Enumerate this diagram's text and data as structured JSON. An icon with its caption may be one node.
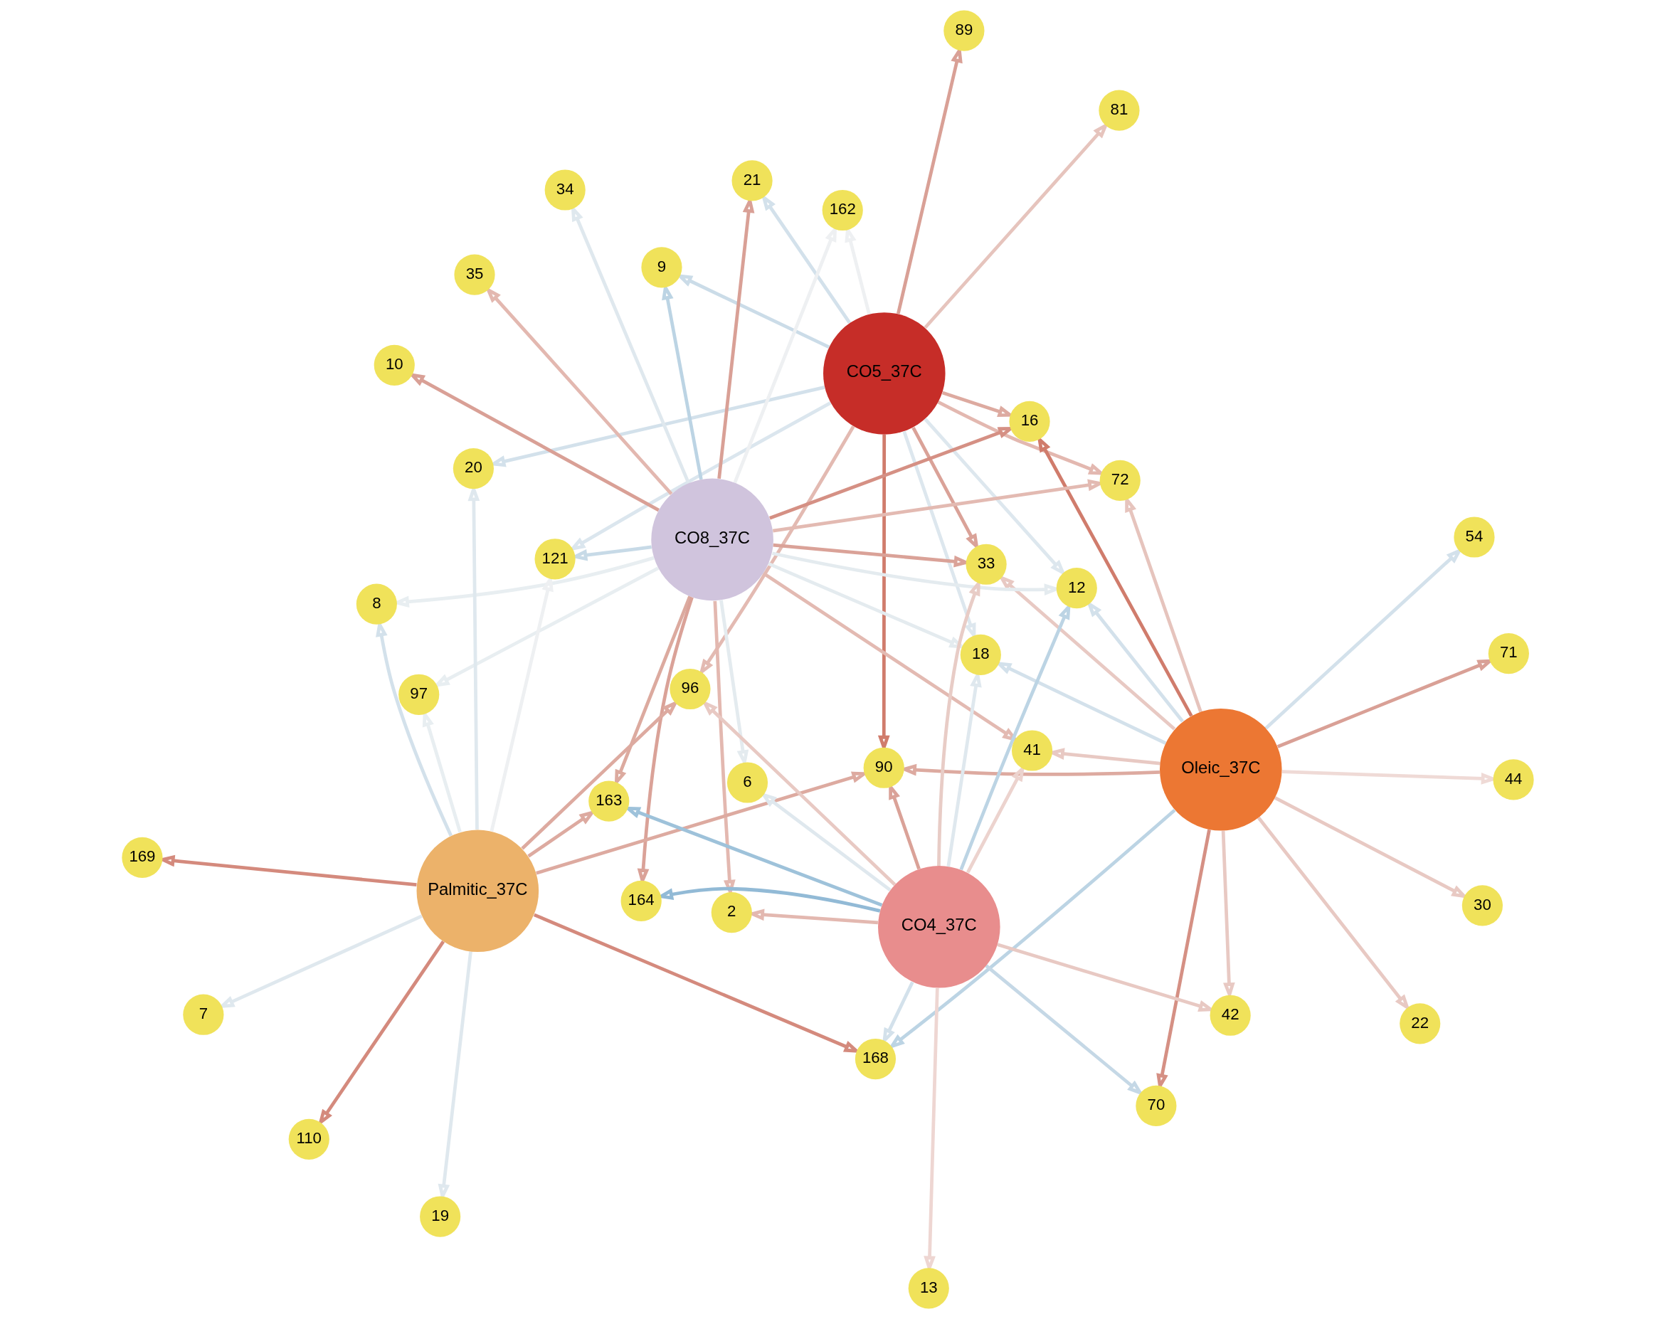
{
  "diagram": {
    "nodes": [
      {
        "text": [
          "81"
        ]
      },
      {
        "text": [
          "54"
        ]
      },
      {
        "text": [
          "89"
        ]
      },
      {
        "text": [
          "22"
        ]
      },
      {
        "text": [
          "CO5_37C"
        ]
      },
      {
        "text": [
          "30"
        ]
      },
      {
        "text": [
          "Oleic_37C"
        ]
      },
      {
        "text": [
          "71"
        ]
      },
      {
        "text": [
          "20"
        ]
      },
      {
        "text": [
          "44"
        ]
      },
      {
        "text": [
          "162"
        ]
      },
      {
        "text": [
          "9"
        ]
      },
      {
        "text": [
          "21"
        ]
      },
      {
        "text": [
          "97"
        ]
      },
      {
        "text": [
          "35"
        ]
      },
      {
        "text": [
          "8"
        ]
      },
      {
        "text": [
          "34"
        ]
      },
      {
        "text": [
          "10"
        ]
      },
      {
        "text": [
          "41"
        ]
      },
      {
        "text": [
          "168"
        ]
      },
      {
        "text": [
          "72"
        ]
      },
      {
        "text": [
          "16"
        ]
      },
      {
        "text": [
          "CO8_37C"
        ]
      },
      {
        "text": [
          "121"
        ]
      },
      {
        "text": [
          "96"
        ]
      },
      {
        "text": [
          "163"
        ]
      },
      {
        "text": [
          "Palmitic_37C"
        ]
      },
      {
        "text": [
          "110"
        ]
      },
      {
        "text": [
          "6"
        ]
      },
      {
        "text": [
          "42"
        ]
      },
      {
        "text": [
          "7"
        ]
      },
      {
        "text": [
          "164"
        ]
      },
      {
        "text": [
          "2"
        ]
      },
      {
        "text": [
          "19"
        ]
      },
      {
        "text": [
          "169"
        ]
      },
      {
        "text": [
          "90"
        ]
      },
      {
        "text": [
          "33"
        ]
      },
      {
        "text": [
          "70"
        ]
      },
      {
        "text": [
          "CO4_37C"
        ]
      },
      {
        "text": [
          "12"
        ]
      },
      {
        "text": [
          "18"
        ]
      },
      {
        "text": [
          "13"
        ]
      }
    ],
    "edges": [
      {
        "from": 4,
        "to": 0,
        "arrow": "to",
        "color": "#e6c4bd"
      },
      {
        "from": 4,
        "to": 2,
        "arrow": "to",
        "color": "#d9a096"
      },
      {
        "from": 4,
        "to": 8,
        "arrow": "to",
        "color": "#d3e1eb"
      },
      {
        "from": 4,
        "to": 10,
        "arrow": "to",
        "color": "#eef0f2"
      },
      {
        "from": 4,
        "to": 11,
        "arrow": "to",
        "color": "#cbdce8"
      },
      {
        "from": 4,
        "to": 12,
        "arrow": "to",
        "color": "#d3e1eb"
      },
      {
        "from": 4,
        "to": 20,
        "arrow": "to",
        "color": "#e3b8b0"
      },
      {
        "from": 4,
        "to": 21,
        "arrow": "to",
        "color": "#ddaaa0"
      },
      {
        "from": 4,
        "to": 23,
        "arrow": "to",
        "color": "#dbe6ee"
      },
      {
        "from": 4,
        "to": 24,
        "arrow": "to",
        "color": "#e3bab2"
      },
      {
        "from": 4,
        "to": 35,
        "arrow": "to",
        "color": "#d07c6c"
      },
      {
        "from": 4,
        "to": 36,
        "arrow": "to",
        "color": "#daa298"
      },
      {
        "from": 4,
        "to": 40,
        "arrow": "to",
        "color": "#dde7ee"
      },
      {
        "from": 4,
        "to": 39,
        "arrow": "to",
        "color": "#dde7ee"
      },
      {
        "from": 6,
        "to": 1,
        "arrow": "to",
        "color": "#d3e1eb"
      },
      {
        "from": 6,
        "to": 3,
        "arrow": "to",
        "color": "#e8c9c3"
      },
      {
        "from": 6,
        "to": 5,
        "arrow": "to",
        "color": "#e8c9c3"
      },
      {
        "from": 6,
        "to": 7,
        "arrow": "to",
        "color": "#d9a096"
      },
      {
        "from": 6,
        "to": 9,
        "arrow": "to",
        "color": "#efdad6"
      },
      {
        "from": 6,
        "to": 18,
        "arrow": "to",
        "color": "#e8c9c3"
      },
      {
        "from": 6,
        "to": 19,
        "arrow": "to",
        "color": "#bcd4e4"
      },
      {
        "from": 6,
        "to": 20,
        "arrow": "to",
        "color": "#e6c4bd"
      },
      {
        "from": 6,
        "to": 21,
        "arrow": "to",
        "color": "#d07c6c"
      },
      {
        "from": 6,
        "to": 29,
        "arrow": "to",
        "color": "#e8c9c3"
      },
      {
        "from": 6,
        "to": 40,
        "arrow": "to",
        "color": "#d3e1eb"
      },
      {
        "from": 6,
        "to": 39,
        "arrow": "to",
        "color": "#d3e1eb"
      },
      {
        "from": 6,
        "to": 37,
        "arrow": "to",
        "color": "#d59084"
      },
      {
        "from": 6,
        "to": 36,
        "arrow": "to",
        "color": "#e8c9c3"
      },
      {
        "from": 6,
        "to": 35,
        "arrow": "to",
        "color": "#ddaaa0"
      },
      {
        "from": 22,
        "to": 10,
        "arrow": "to",
        "color": "#eef0f2"
      },
      {
        "from": 22,
        "to": 11,
        "arrow": "to",
        "color": "#bcd4e4"
      },
      {
        "from": 22,
        "to": 12,
        "arrow": "to",
        "color": "#d9a096"
      },
      {
        "from": 22,
        "to": 13,
        "arrow": "to",
        "color": "#e8eef1"
      },
      {
        "from": 22,
        "to": 15,
        "arrow": "to",
        "color": "#e8eef1"
      },
      {
        "from": 22,
        "to": 14,
        "arrow": "to",
        "color": "#e3b8b0"
      },
      {
        "from": 22,
        "to": 16,
        "arrow": "to",
        "color": "#dfe8ee"
      },
      {
        "from": 22,
        "to": 17,
        "arrow": "to",
        "color": "#d9a096"
      },
      {
        "from": 22,
        "to": 18,
        "arrow": "to",
        "color": "#e3bab2"
      },
      {
        "from": 22,
        "to": 20,
        "arrow": "to",
        "color": "#e3bab2"
      },
      {
        "from": 22,
        "to": 21,
        "arrow": "to",
        "color": "#d59084"
      },
      {
        "from": 22,
        "to": 23,
        "arrow": "to",
        "color": "#c7dae7"
      },
      {
        "from": 22,
        "to": 25,
        "arrow": "to",
        "color": "#dcaa9f"
      },
      {
        "from": 22,
        "to": 36,
        "arrow": "to",
        "color": "#daa298"
      },
      {
        "from": 22,
        "to": 40,
        "arrow": "to",
        "color": "#e4ebef"
      },
      {
        "from": 22,
        "to": 39,
        "arrow": "to",
        "color": "#e4ebef"
      },
      {
        "from": 22,
        "to": 28,
        "arrow": "to",
        "color": "#e4ebef"
      },
      {
        "from": 22,
        "to": 31,
        "arrow": "to",
        "color": "#daa298"
      },
      {
        "from": 22,
        "to": 32,
        "arrow": "to",
        "color": "#e3b8b0"
      },
      {
        "from": 26,
        "to": 27,
        "arrow": "to",
        "color": "#d48a7d"
      },
      {
        "from": 26,
        "to": 30,
        "arrow": "to",
        "color": "#dfe8ee"
      },
      {
        "from": 26,
        "to": 33,
        "arrow": "to",
        "color": "#dfe8ee"
      },
      {
        "from": 26,
        "to": 34,
        "arrow": "to",
        "color": "#d48a7d"
      },
      {
        "from": 26,
        "to": 35,
        "arrow": "to",
        "color": "#ddaaa0"
      },
      {
        "from": 26,
        "to": 8,
        "arrow": "to",
        "color": "#dfe8ee"
      },
      {
        "from": 26,
        "to": 13,
        "arrow": "to",
        "color": "#e8eef1"
      },
      {
        "from": 26,
        "to": 15,
        "arrow": "to",
        "color": "#d3e1eb"
      },
      {
        "from": 26,
        "to": 19,
        "arrow": "to",
        "color": "#d48a7d"
      },
      {
        "from": 26,
        "to": 23,
        "arrow": "to",
        "color": "#eef0f2"
      },
      {
        "from": 26,
        "to": 24,
        "arrow": "to",
        "color": "#ddaaa0"
      },
      {
        "from": 26,
        "to": 25,
        "arrow": "to",
        "color": "#ddaaa0"
      },
      {
        "from": 38,
        "to": 41,
        "arrow": "to",
        "color": "#eed6d2"
      },
      {
        "from": 38,
        "to": 32,
        "arrow": "to",
        "color": "#e3b8b0"
      },
      {
        "from": 38,
        "to": 31,
        "arrow": "to",
        "color": "#92bad6"
      },
      {
        "from": 38,
        "to": 28,
        "arrow": "to",
        "color": "#dfe8ee"
      },
      {
        "from": 38,
        "to": 29,
        "arrow": "to",
        "color": "#e8c9c3"
      },
      {
        "from": 38,
        "to": 18,
        "arrow": "to",
        "color": "#ecd3ce"
      },
      {
        "from": 38,
        "to": 19,
        "arrow": "to",
        "color": "#d3e1eb"
      },
      {
        "from": 38,
        "to": 24,
        "arrow": "to",
        "color": "#e8c9c3"
      },
      {
        "from": 38,
        "to": 25,
        "arrow": "to",
        "color": "#9ec2da"
      },
      {
        "from": 38,
        "to": 40,
        "arrow": "to",
        "color": "#dfe8ee"
      },
      {
        "from": 38,
        "to": 39,
        "arrow": "to",
        "color": "#bcd4e4"
      },
      {
        "from": 38,
        "to": 37,
        "arrow": "to",
        "color": "#c5d8e6"
      },
      {
        "from": 38,
        "to": 36,
        "arrow": "to",
        "color": "#e8ccc6"
      },
      {
        "from": 38,
        "to": 35,
        "arrow": "to",
        "color": "#daa298"
      }
    ]
  }
}
